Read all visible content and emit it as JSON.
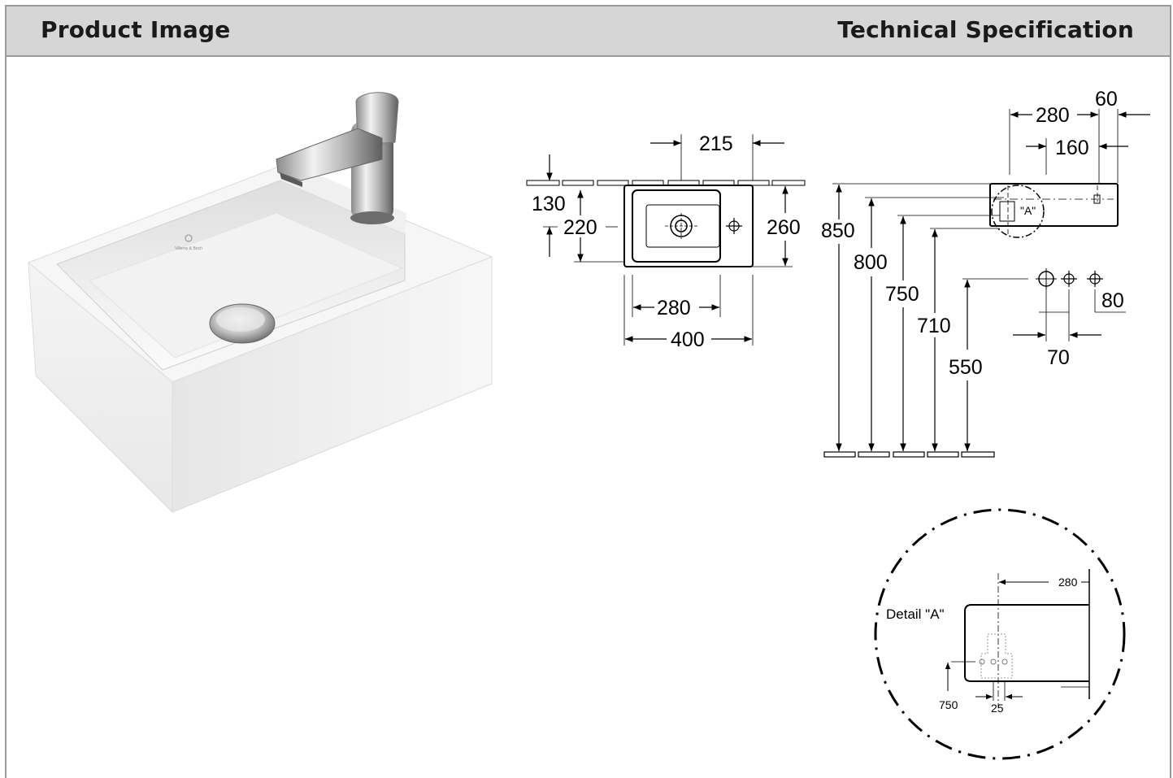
{
  "header": {
    "left_title": "Product Image",
    "right_title": "Technical Specification"
  },
  "product": {
    "logo_text": "Villeroy & Boch"
  },
  "top_view": {
    "dim_215": "215",
    "dim_130": "130",
    "dim_220": "220",
    "dim_260": "260",
    "dim_280": "280",
    "dim_400": "400"
  },
  "side_view": {
    "dim_280": "280",
    "dim_60": "60",
    "dim_160": "160",
    "label_a": "\"A\"",
    "dim_850": "850",
    "dim_800": "800",
    "dim_750": "750",
    "dim_710": "710",
    "dim_550": "550",
    "dim_80": "80",
    "dim_70": "70"
  },
  "detail": {
    "title": "Detail \"A\"",
    "dim_280": "280",
    "dim_750": "750",
    "dim_25": "25"
  }
}
